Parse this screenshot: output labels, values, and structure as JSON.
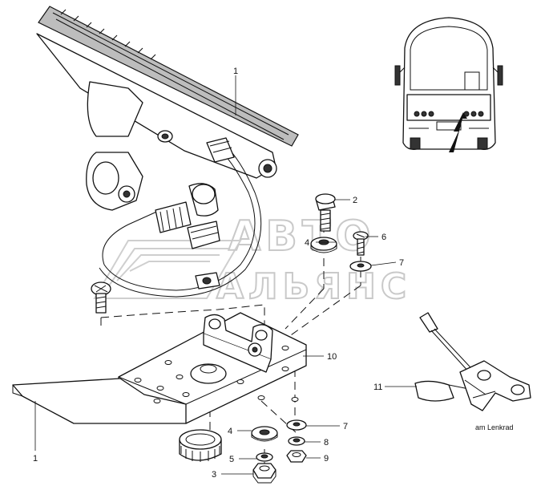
{
  "watermark": {
    "line1": "АВТО",
    "line2": "АЛЬЯНС"
  },
  "callouts": [
    {
      "id": "c1-top",
      "text": "1"
    },
    {
      "id": "c2",
      "text": "2"
    },
    {
      "id": "c6",
      "text": "6"
    },
    {
      "id": "c4-top",
      "text": "4"
    },
    {
      "id": "c7-top",
      "text": "7"
    },
    {
      "id": "c10",
      "text": "10"
    },
    {
      "id": "c11",
      "text": "11"
    },
    {
      "id": "c1-bottom",
      "text": "1"
    },
    {
      "id": "c4-bottom",
      "text": "4"
    },
    {
      "id": "c7-bottom",
      "text": "7"
    },
    {
      "id": "c8",
      "text": "8"
    },
    {
      "id": "c5",
      "text": "5"
    },
    {
      "id": "c9",
      "text": "9"
    },
    {
      "id": "c3",
      "text": "3"
    }
  ],
  "location_note": "am Lenkrad",
  "colors": {
    "line": "#111111",
    "shade": "#bdbdbd",
    "watermark": "#c9c9c9"
  }
}
